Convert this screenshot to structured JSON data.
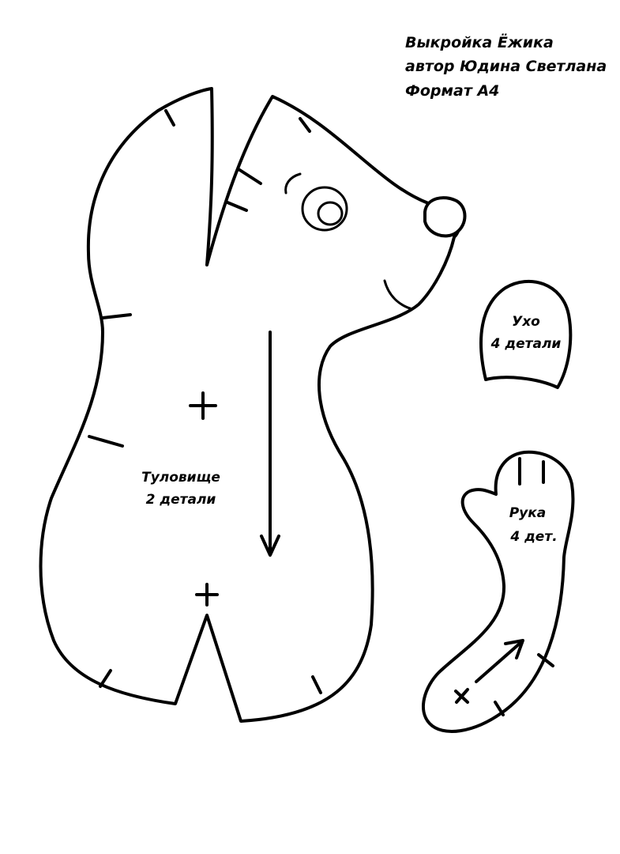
{
  "header": {
    "title": "Выкройка Ёжика",
    "author": "автор Юдина Светлана",
    "format": "Формат А4"
  },
  "pieces": {
    "body": {
      "name": "Туловище",
      "count": "2 детали"
    },
    "ear": {
      "name": "Ухо",
      "count": "4 детали"
    },
    "arm": {
      "name": "Рука",
      "count": "4 дет."
    }
  },
  "colors": {
    "line": "#000000",
    "background": "#ffffff"
  }
}
